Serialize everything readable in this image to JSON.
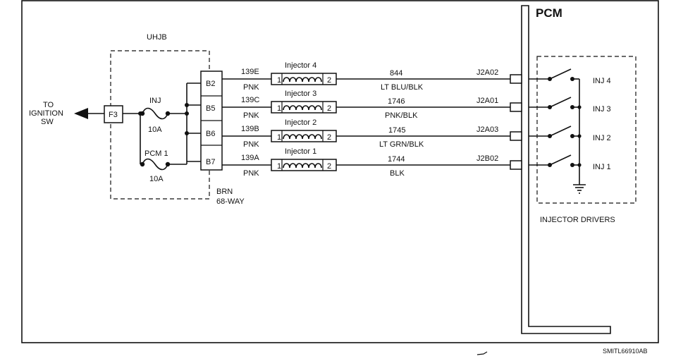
{
  "pcm": {
    "title": "PCM"
  },
  "uhjb": {
    "label": "UHJB",
    "connector_id": "F3",
    "connector_desc_line1": "BRN",
    "connector_desc_line2": "68-WAY"
  },
  "source": {
    "line1": "TO",
    "line2": "IGNITION",
    "line3": "SW"
  },
  "fuses": [
    {
      "name": "INJ",
      "rating": "10A"
    },
    {
      "name": "PCM 1",
      "rating": "10A"
    }
  ],
  "injector_circuits": [
    {
      "pin": "B2",
      "circuit": "139E",
      "color_in": "PNK",
      "injector": "Injector 4",
      "term1": "1",
      "term2": "2",
      "circuit_out": "844",
      "color_out": "LT BLU/BLK",
      "pcm_pin": "J2A02",
      "driver": "INJ 4"
    },
    {
      "pin": "B5",
      "circuit": "139C",
      "color_in": "PNK",
      "injector": "Injector 3",
      "term1": "1",
      "term2": "2",
      "circuit_out": "1746",
      "color_out": "PNK/BLK",
      "pcm_pin": "J2A01",
      "driver": "INJ 3"
    },
    {
      "pin": "B6",
      "circuit": "139B",
      "color_in": "PNK",
      "injector": "Injector 2",
      "term1": "1",
      "term2": "2",
      "circuit_out": "1745",
      "color_out": "LT GRN/BLK",
      "pcm_pin": "J2A03",
      "driver": "INJ 2"
    },
    {
      "pin": "B7",
      "circuit": "139A",
      "color_in": "PNK",
      "injector": "Injector 1",
      "term1": "1",
      "term2": "2",
      "circuit_out": "1744",
      "color_out": "BLK",
      "pcm_pin": "J2B02",
      "driver": "INJ 1"
    }
  ],
  "drivers": {
    "label": "INJECTOR DRIVERS"
  },
  "figure_id": "SMITL66910AB",
  "colors": {
    "ink": "#111111",
    "paper": "#ffffff"
  },
  "icons": [
    "arrow-left-icon",
    "fuse-icon",
    "coil-icon",
    "switch-icon",
    "ground-icon"
  ]
}
